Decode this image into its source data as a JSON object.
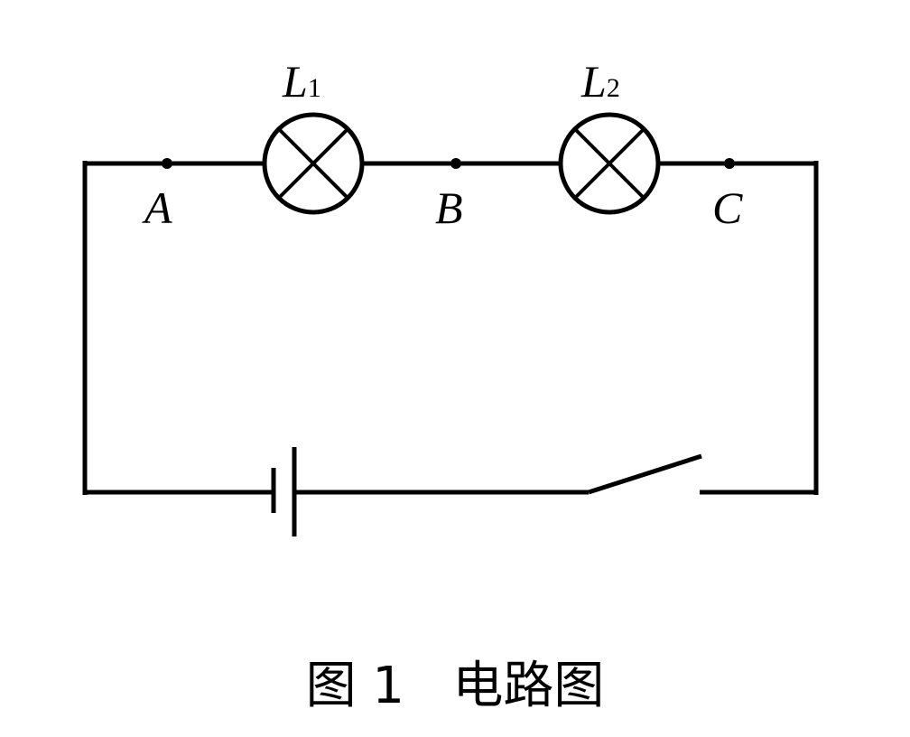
{
  "labels": {
    "lamp1": {
      "letter": "L",
      "subscript": "1"
    },
    "lamp2": {
      "letter": "L",
      "subscript": "2"
    },
    "point_a": "A",
    "point_b": "B",
    "point_c": "C"
  },
  "caption": {
    "figure": "图 1",
    "title": "电路图"
  },
  "colors": {
    "line": "#000000",
    "background": "#ffffff"
  }
}
